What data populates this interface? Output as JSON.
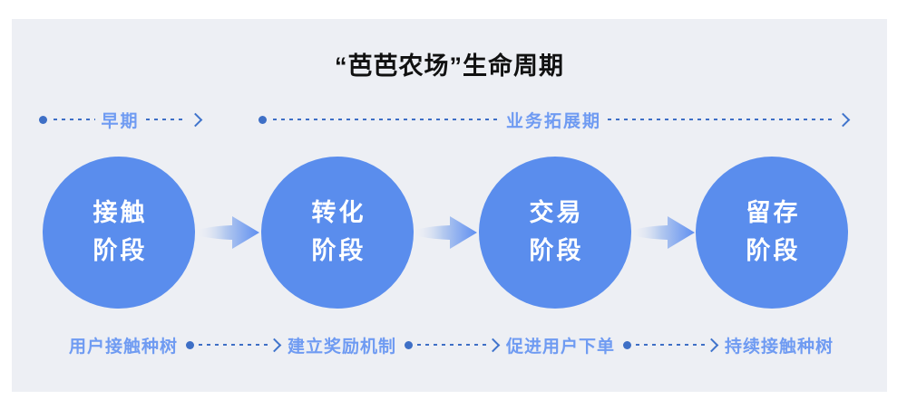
{
  "title": "“芭芭农场”生命周期",
  "timeline": {
    "early": {
      "label": "早期"
    },
    "expansion": {
      "label": "业务拓展期"
    }
  },
  "stages": [
    {
      "line1": "接触",
      "line2": "阶段",
      "note": "用户接触种树"
    },
    {
      "line1": "转化",
      "line2": "阶段",
      "note": "建立奖励机制"
    },
    {
      "line1": "交易",
      "line2": "阶段",
      "note": "促进用户下单"
    },
    {
      "line1": "留存",
      "line2": "阶段",
      "note": "持续接触种树"
    }
  ],
  "colors": {
    "panel_background": "#edeff4",
    "circle_fill": "#5a8ded",
    "circle_text": "#ffffff",
    "label_light_blue": "#6f9bf2",
    "dash_dark_blue": "#3e6fc6",
    "title_text": "#111111",
    "arrow_gradient_start": "#e6ebf5",
    "arrow_gradient_end": "#5f8ff0"
  }
}
